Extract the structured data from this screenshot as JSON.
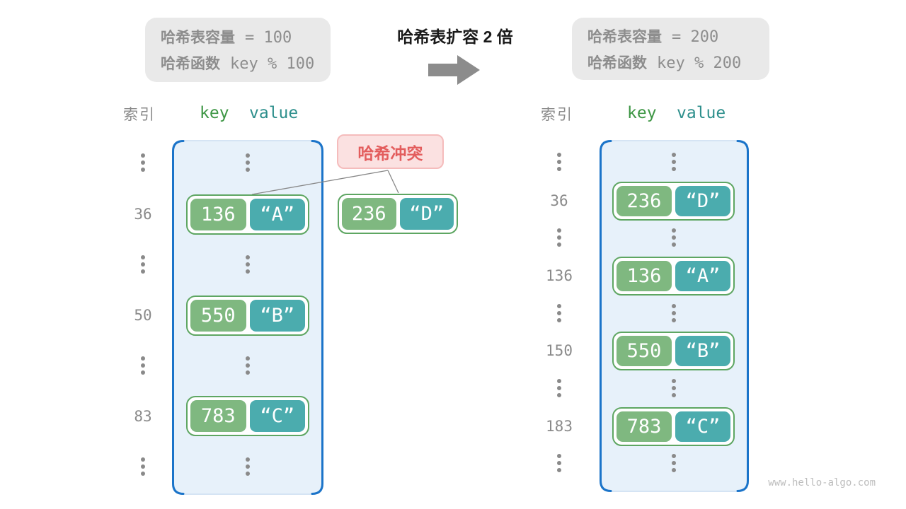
{
  "top": {
    "before_box": {
      "line1": {
        "label": "哈希表容量",
        "value": "= 100"
      },
      "line2": {
        "label": "哈希函数",
        "value": "key % 100"
      }
    },
    "title": "哈希表扩容 2 倍",
    "after_box": {
      "line1": {
        "label": "哈希表容量",
        "value": "= 200"
      },
      "line2": {
        "label": "哈希函数",
        "value": "key % 200"
      }
    }
  },
  "tables": {
    "left": {
      "index_header": "索引",
      "key_header": "key",
      "value_header": "value",
      "entries": [
        {
          "index": "36",
          "key": "136",
          "value": "“A”"
        },
        {
          "index": "50",
          "key": "550",
          "value": "“B”"
        },
        {
          "index": "83",
          "key": "783",
          "value": "“C”"
        }
      ]
    },
    "right": {
      "index_header": "索引",
      "key_header": "key",
      "value_header": "value",
      "entries": [
        {
          "index": "36",
          "key": "236",
          "value": "“D”"
        },
        {
          "index": "136",
          "key": "136",
          "value": "“A”"
        },
        {
          "index": "150",
          "key": "550",
          "value": "“B”"
        },
        {
          "index": "183",
          "key": "783",
          "value": "“C”"
        }
      ]
    }
  },
  "collision": {
    "label": "哈希冲突",
    "entry": {
      "key": "236",
      "value": "“D”"
    }
  },
  "watermark": "www.hello-algo.com",
  "colors": {
    "key_fill": "#7FB880",
    "value_fill": "#4BACAE",
    "pair_border": "#5EA662",
    "table_fill": "#E7F1FA",
    "bracket_blue": "#1B74C9",
    "collision_text": "#E35D5D",
    "collision_bg": "#FBE1E1",
    "info_box_bg": "#E9E9E9",
    "arrow_gray": "#8C8C8C"
  }
}
